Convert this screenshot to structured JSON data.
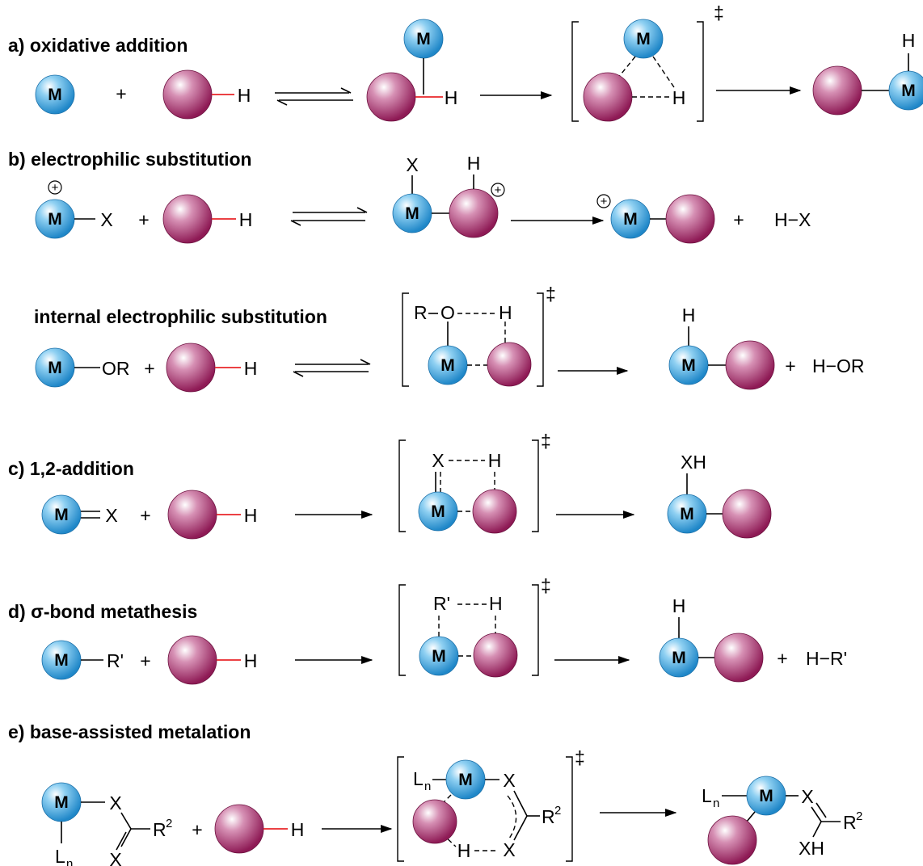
{
  "colors": {
    "metal": "#3aa0dc",
    "substrate": "#9b2060",
    "breaking_bond": "#e8262a"
  },
  "sections": {
    "a": {
      "label": "a) oxidative addition"
    },
    "b": {
      "label": "b) electrophilic substitution"
    },
    "ies": {
      "label": "internal electrophilic substitution"
    },
    "c": {
      "label": "c) 1,2-addition"
    },
    "d": {
      "label": "d) σ-bond metathesis"
    },
    "e": {
      "label": "e) base-assisted metalation"
    }
  },
  "atoms": {
    "M": "M",
    "H": "H",
    "X": "X",
    "OR": "OR",
    "R": "R",
    "O": "O",
    "Rp": "R'",
    "XH": "XH",
    "L": "L",
    "n": "n",
    "R2": "R",
    "two": "2",
    "plus": "+",
    "dagger": "‡",
    "oplus": "+",
    "HX": "H−X",
    "HOR": "H−OR",
    "HRp": "H−R'"
  }
}
